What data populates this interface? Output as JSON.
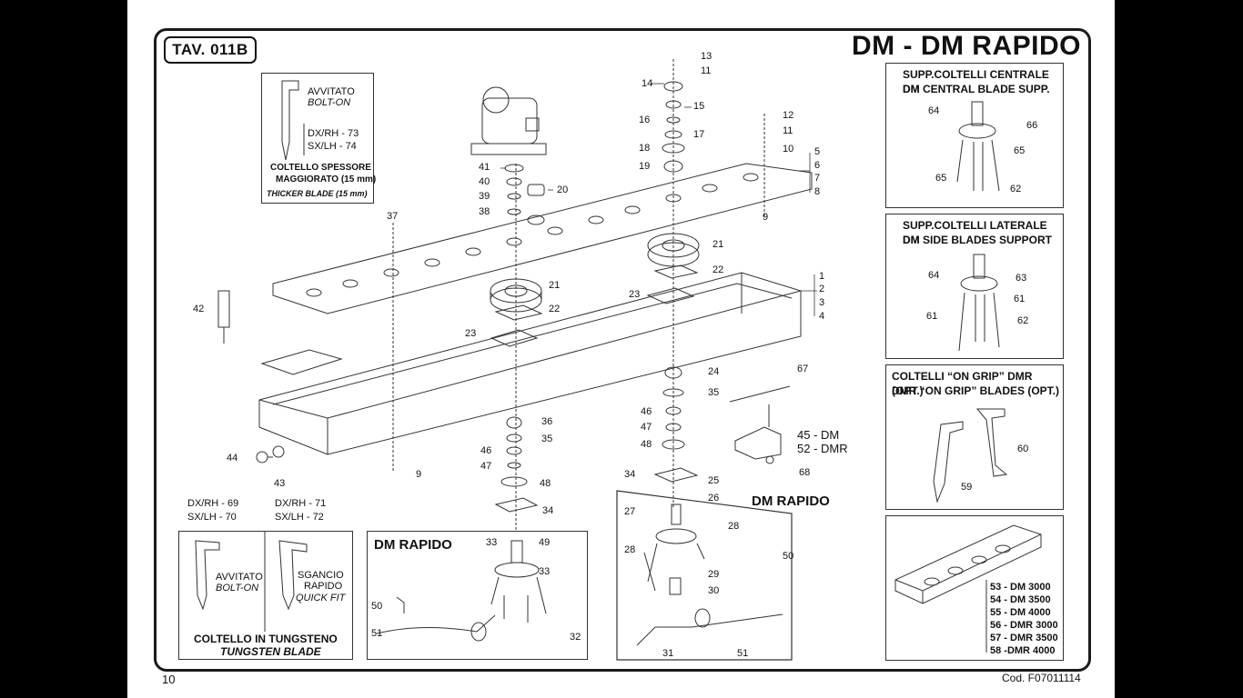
{
  "header": {
    "table_id": "TAV. 011B",
    "title": "DM - DM RAPIDO"
  },
  "footer": {
    "page_number": "10",
    "code": "Cod. F07011114"
  },
  "thick_blade_box": {
    "bolt_on_it": "AVVITATO",
    "bolt_on_en": "BOLT-ON",
    "dx_rh": "DX/RH - 73",
    "sx_lh": "SX/LH  - 74",
    "caption_1": "COLTELLO SPESSORE",
    "caption_2": "MAGGIORATO (15 mm)",
    "caption_3": "THICKER BLADE (15 mm)"
  },
  "tungsten_box": {
    "left_dx": "DX/RH - 69",
    "left_sx": "SX/LH  - 70",
    "right_dx": "DX/RH - 71",
    "right_sx": "SX/LH  - 72",
    "bolt_on_it": "AVVITATO",
    "bolt_on_en": "BOLT-ON",
    "quick_it_1": "SGANCIO",
    "quick_it_2": "RAPIDO",
    "quick_en": "QUICK FIT",
    "caption_it": "COLTELLO IN TUNGSTENO",
    "caption_en": "TUNGSTEN BLADE"
  },
  "dm_rapido_box_1": {
    "title": "DM RAPIDO"
  },
  "dm_rapido_box_2": {
    "title": "DM RAPIDO"
  },
  "central_support_box": {
    "title_it": "SUPP.COLTELLI CENTRALE DM",
    "title_en": "DM CENTRAL BLADE SUPP."
  },
  "side_support_box": {
    "title_it": "SUPP.COLTELLI LATERALE DM",
    "title_en": "DM SIDE BLADES SUPPORT"
  },
  "on_grip_box": {
    "title_it": "COLTELLI “ON GRIP” DMR (OPT.)",
    "title_en": "DMR “ON GRIP” BLADES (OPT.)"
  },
  "models_box": {
    "models": [
      "53 - DM 3000",
      "54 - DM 3500",
      "55 - DM 4000",
      "56 - DMR 3000",
      "57 - DMR 3500",
      "58  -DMR 4000"
    ]
  },
  "callout_45": "45 - DM",
  "callout_52": "52 - DMR",
  "part_labels": {
    "p1": "1",
    "p2": "2",
    "p3": "3",
    "p4": "4",
    "p5": "5",
    "p6": "6",
    "p7": "7",
    "p8": "8",
    "p9a": "9",
    "p9b": "9",
    "p10": "10",
    "p11a": "11",
    "p11b": "11",
    "p12": "12",
    "p13": "13",
    "p14": "14",
    "p15": "15",
    "p16": "16",
    "p17": "17",
    "p18": "18",
    "p19": "19",
    "p20": "20",
    "p21a": "21",
    "p21b": "21",
    "p22a": "22",
    "p22b": "22",
    "p23a": "23",
    "p23b": "23",
    "p24": "24",
    "p25": "25",
    "p26": "26",
    "p27": "27",
    "p28a": "28",
    "p28b": "28",
    "p29": "29",
    "p30": "30",
    "p31": "31",
    "p32": "32",
    "p33a": "33",
    "p33b": "33",
    "p34a": "34",
    "p34b": "34",
    "p35a": "35",
    "p35b": "35",
    "p36": "36",
    "p37": "37",
    "p38": "38",
    "p39": "39",
    "p40": "40",
    "p41": "41",
    "p42": "42",
    "p43": "43",
    "p44": "44",
    "p46a": "46",
    "p46b": "46",
    "p47a": "47",
    "p47b": "47",
    "p48a": "48",
    "p48b": "48",
    "p49": "49",
    "p50a": "50",
    "p50b": "50",
    "p51a": "51",
    "p51b": "51",
    "p59": "59",
    "p60": "60",
    "p61a": "61",
    "p61b": "61",
    "p62a": "62",
    "p62b": "62",
    "p63": "63",
    "p64a": "64",
    "p64b": "64",
    "p65a": "65",
    "p65b": "65",
    "p66": "66",
    "p67": "67",
    "p68": "68"
  }
}
